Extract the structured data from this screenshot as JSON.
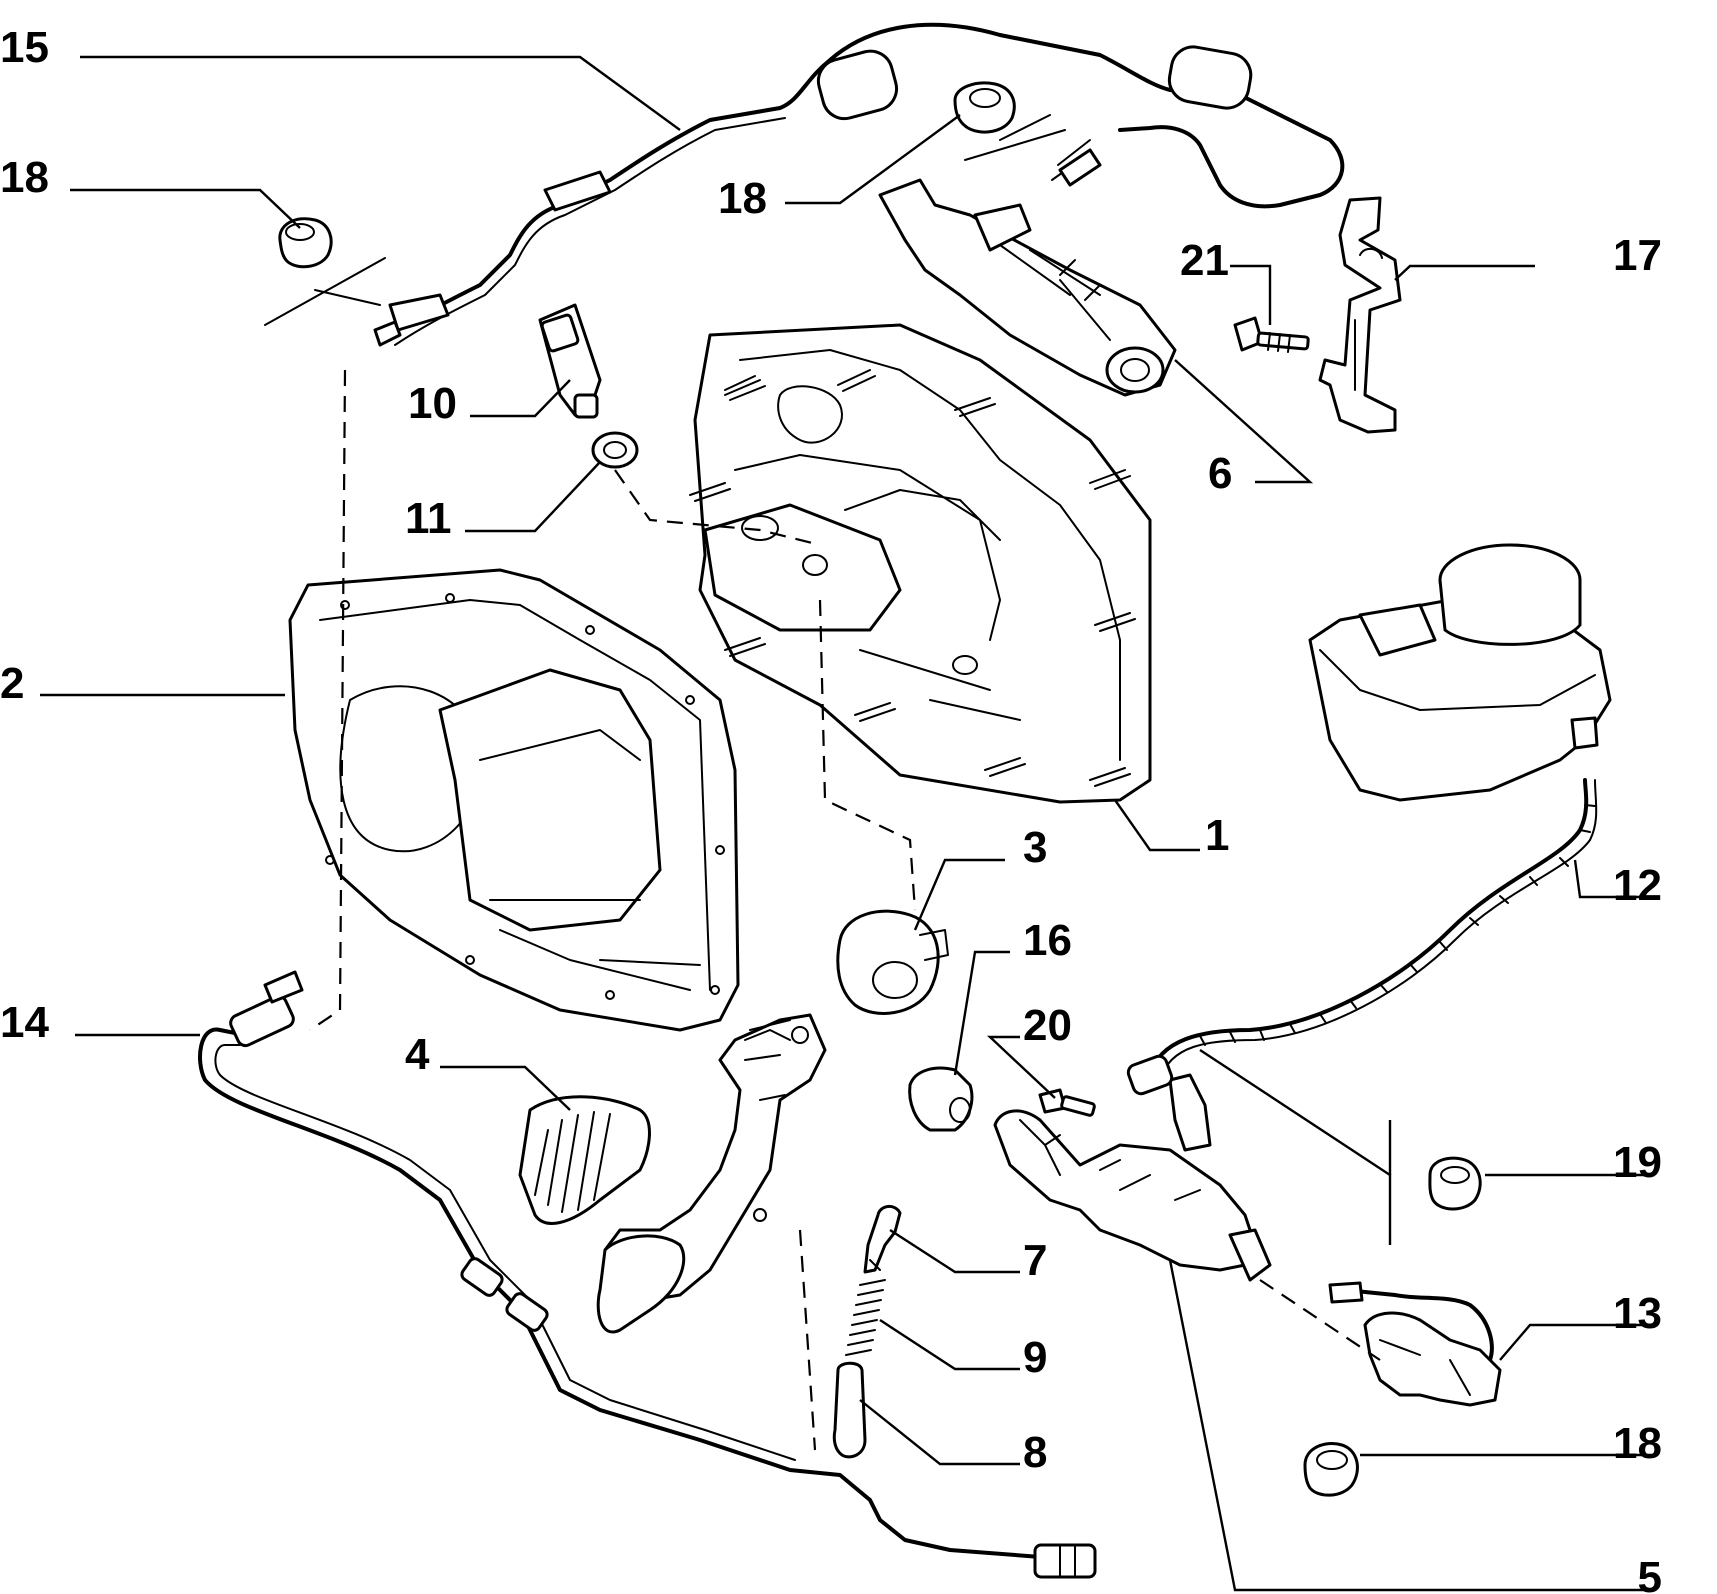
{
  "callouts": [
    {
      "id": "15",
      "text": "15"
    },
    {
      "id": "18a",
      "text": "18"
    },
    {
      "id": "18b",
      "text": "18"
    },
    {
      "id": "21",
      "text": "21"
    },
    {
      "id": "17",
      "text": "17"
    },
    {
      "id": "10",
      "text": "10"
    },
    {
      "id": "11",
      "text": "11"
    },
    {
      "id": "6",
      "text": "6"
    },
    {
      "id": "2",
      "text": "2"
    },
    {
      "id": "1",
      "text": "1"
    },
    {
      "id": "3",
      "text": "3"
    },
    {
      "id": "12",
      "text": "12"
    },
    {
      "id": "16",
      "text": "16"
    },
    {
      "id": "20",
      "text": "20"
    },
    {
      "id": "14",
      "text": "14"
    },
    {
      "id": "4",
      "text": "4"
    },
    {
      "id": "19",
      "text": "19"
    },
    {
      "id": "7",
      "text": "7"
    },
    {
      "id": "13",
      "text": "13"
    },
    {
      "id": "9",
      "text": "9"
    },
    {
      "id": "18c",
      "text": "18"
    },
    {
      "id": "8",
      "text": "8"
    },
    {
      "id": "5",
      "text": "5"
    }
  ]
}
